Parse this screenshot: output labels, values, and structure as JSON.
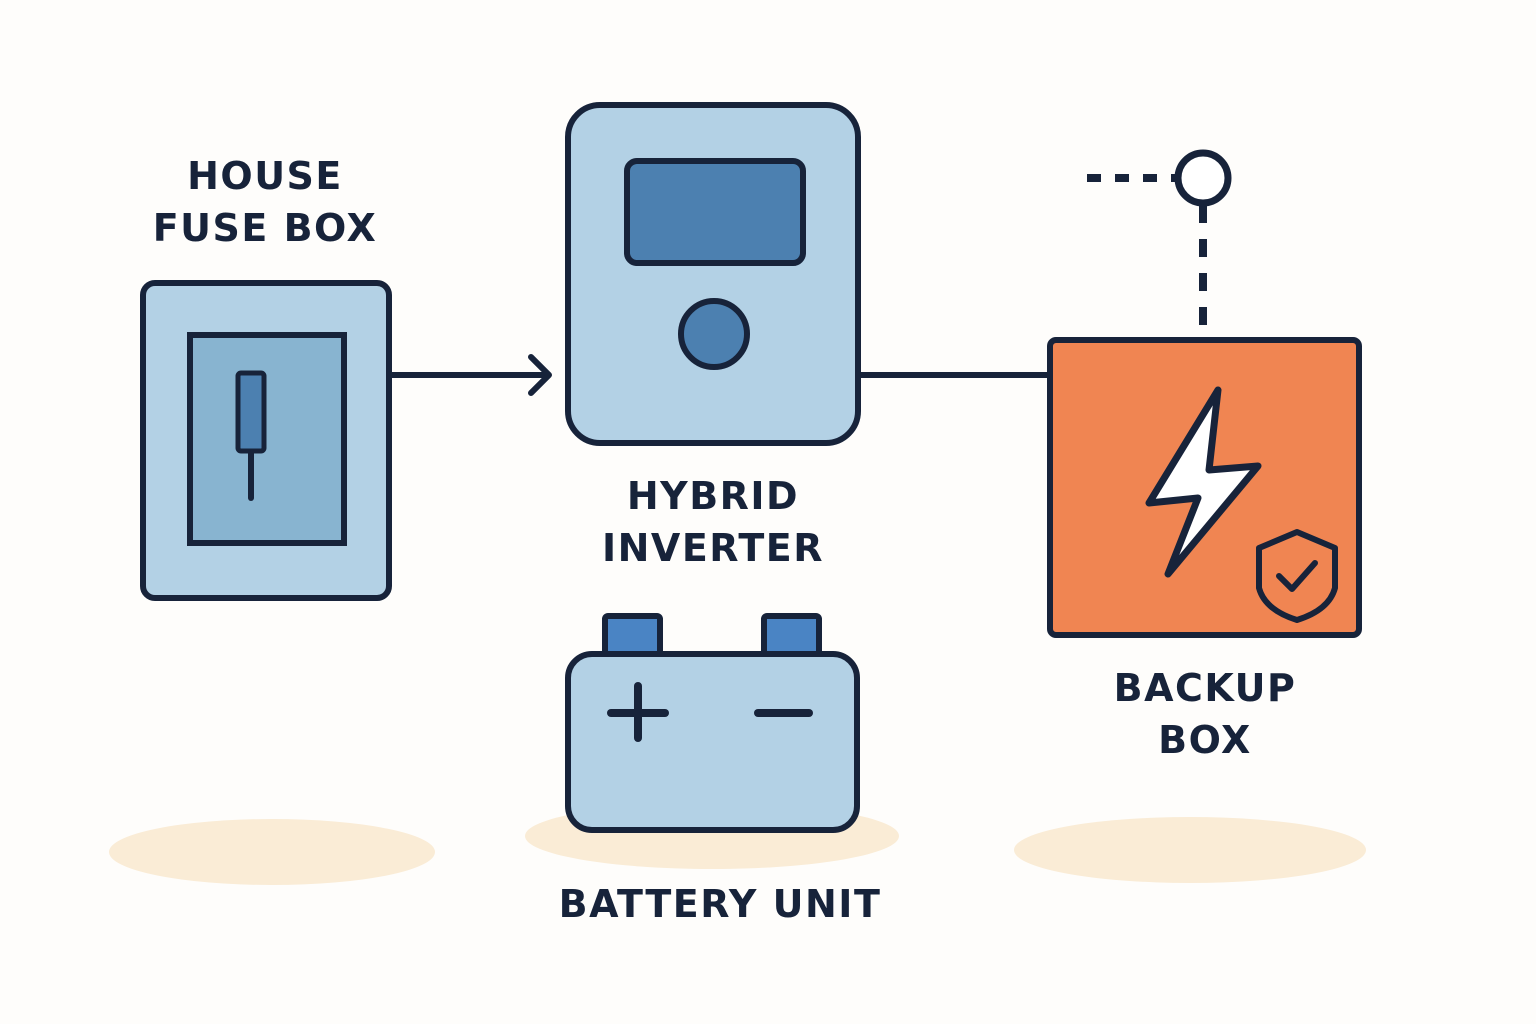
{
  "components": {
    "fuse_box": {
      "label_lines": [
        "HOUSE",
        "FUSE BOX"
      ],
      "icon": "breaker-switch-icon"
    },
    "hybrid_inverter": {
      "label_lines": [
        "HYBRID",
        "INVERTER"
      ],
      "icon": "inverter-display-icon"
    },
    "battery_unit": {
      "label": "BATTERY UNIT",
      "icon": "battery-icon",
      "terminals": [
        "+",
        "−"
      ]
    },
    "backup_box": {
      "label_lines": [
        "BACKUP",
        "BOX"
      ],
      "icon": "lightning-bolt-icon",
      "badge_icon": "shield-check-icon"
    }
  },
  "connections": [
    {
      "from": "fuse_box",
      "to": "hybrid_inverter",
      "style": "solid-arrow"
    },
    {
      "from": "hybrid_inverter",
      "to": "backup_box",
      "style": "solid"
    },
    {
      "from": "backup_box",
      "to": "grid_node",
      "style": "dotted"
    }
  ],
  "colors": {
    "outline": "#17233a",
    "light_blue": "#b3d1e5",
    "mid_blue": "#88b4d0",
    "dark_blue": "#4c80b0",
    "terminal_blue": "#4a84c4",
    "orange": "#f08552",
    "shadow": "#faecd6",
    "background": "#fefdfb"
  }
}
